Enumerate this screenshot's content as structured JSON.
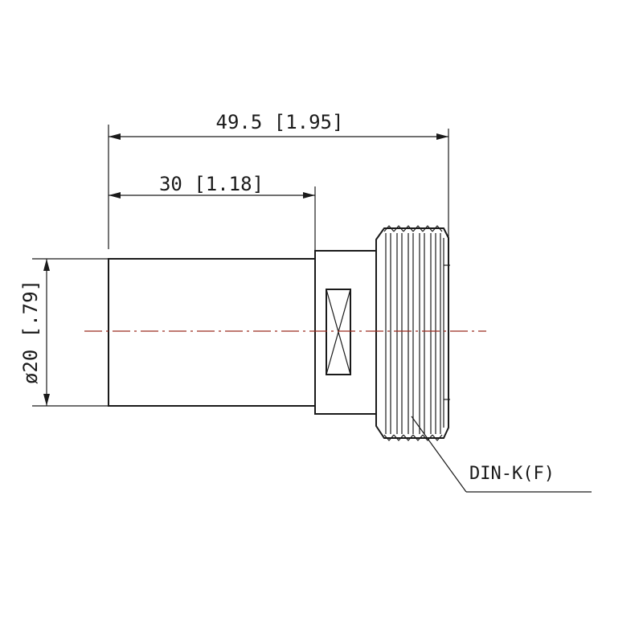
{
  "dimensions": {
    "overall_length": "49.5 [1.95]",
    "body_length": "30 [1.18]",
    "diameter": "ø20 [.79]"
  },
  "callout": {
    "label": "DIN-K(F)"
  },
  "colors": {
    "line": "#1a1a1a",
    "centerline": "#9b2b1f"
  }
}
